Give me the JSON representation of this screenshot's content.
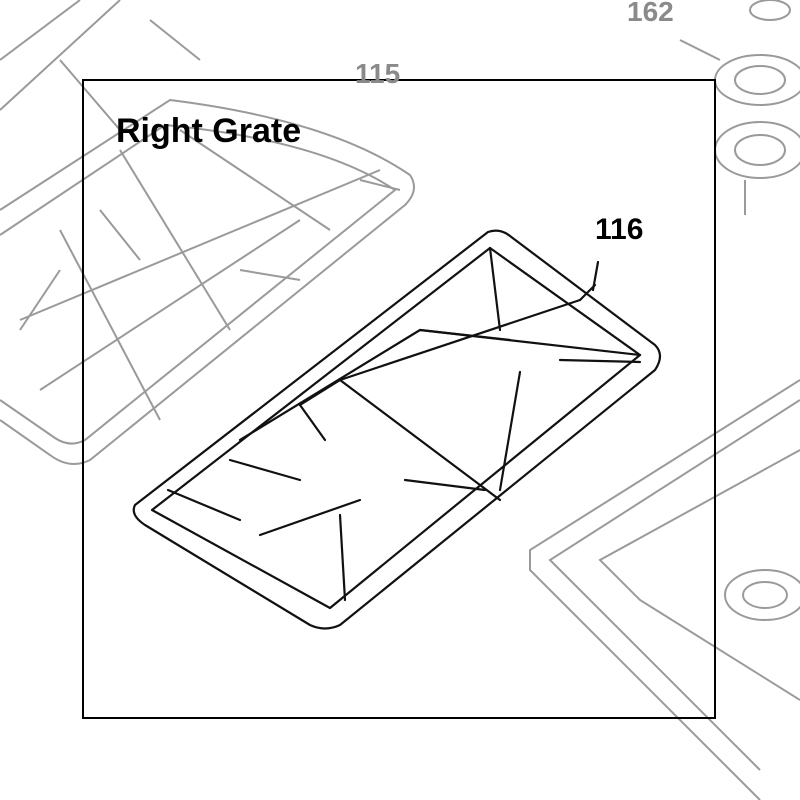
{
  "diagram": {
    "callouts": {
      "part_162": "162",
      "part_115": "115",
      "part_116": "116"
    },
    "title": "Right Grate",
    "colors": {
      "highlight": "#000000",
      "context": "#9a9a9a"
    }
  }
}
